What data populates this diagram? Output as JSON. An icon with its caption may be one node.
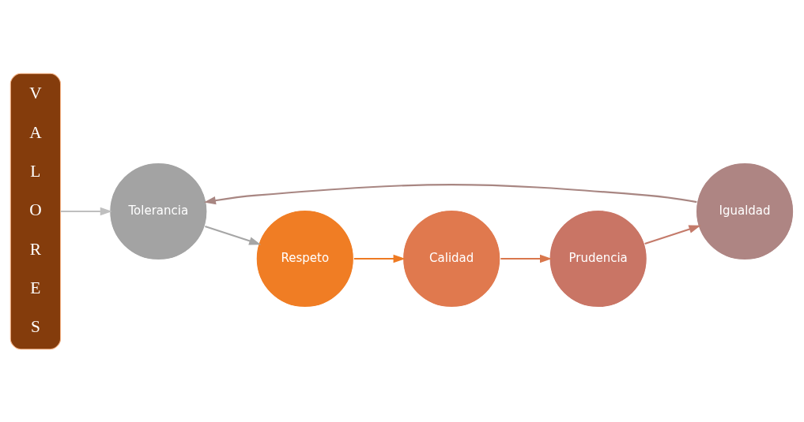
{
  "diagram": {
    "nodes": [
      {
        "text": [
          "V A L O R E S"
        ]
      },
      {
        "text": [
          "Respeto"
        ]
      },
      {
        "text": [
          "Calidad"
        ]
      },
      {
        "text": [
          "Prudencia"
        ]
      },
      {
        "text": [
          "Igualdad"
        ]
      },
      {
        "text": [
          "Tolerancia"
        ]
      }
    ],
    "edges": [
      {
        "from": 0,
        "to": 5,
        "arrow": "to",
        "color": "#bfbfbf"
      },
      {
        "from": 1,
        "to": 2,
        "arrow": "to",
        "color": "#ee7a22"
      },
      {
        "from": 2,
        "to": 3,
        "arrow": "to",
        "color": "#d9774c"
      },
      {
        "from": 3,
        "to": 4,
        "arrow": "to",
        "color": "#c47a6a"
      },
      {
        "from": 4,
        "to": 5,
        "arrow": "to",
        "color": "#a88682"
      },
      {
        "from": 5,
        "to": 1,
        "arrow": "to",
        "color": "#a6a6a6"
      }
    ]
  }
}
